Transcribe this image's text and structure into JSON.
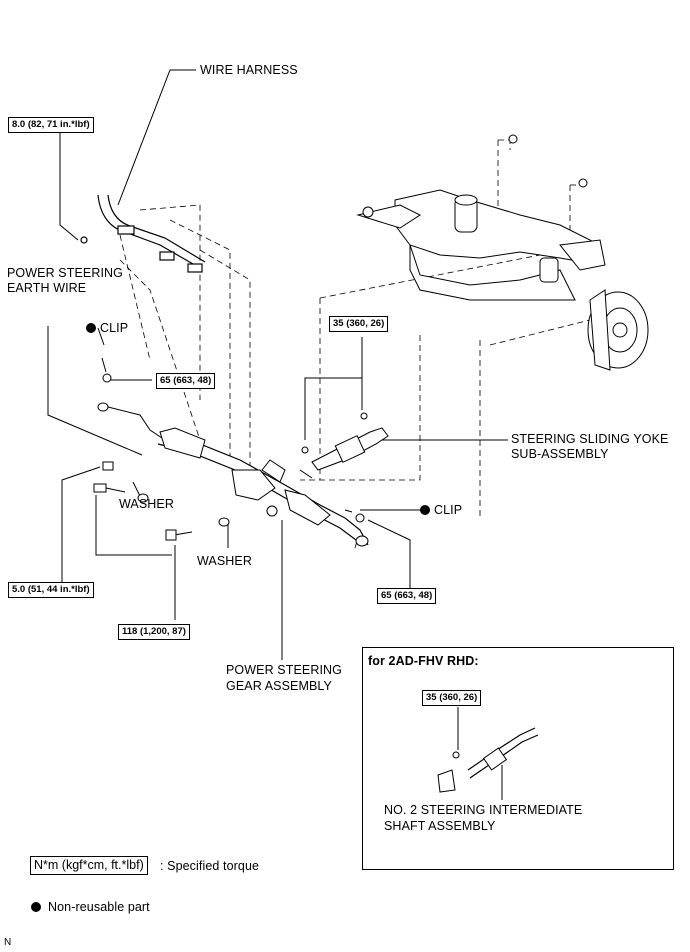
{
  "labels": {
    "wire_harness": "WIRE HARNESS",
    "earth_wire_l1": "POWER STEERING",
    "earth_wire_l2": "EARTH WIRE",
    "clip_left": "CLIP",
    "clip_right": "CLIP",
    "yoke_l1": "STEERING SLIDING YOKE",
    "yoke_l2": "SUB-ASSEMBLY",
    "washer_1": "WASHER",
    "washer_2": "WASHER",
    "gear_l1": "POWER STEERING",
    "gear_l2": "GEAR ASSEMBLY",
    "shaft_l1": "NO. 2 STEERING INTERMEDIATE",
    "shaft_l2": "SHAFT ASSEMBLY",
    "inset_title": "for 2AD-FHV RHD:",
    "figure_code": "N"
  },
  "torques": {
    "t_harness": "8.0 (82, 71 in.*lbf)",
    "t_clip_left": "65 (663, 48)",
    "t_yoke": "35 (360, 26)",
    "t_bolt_small": "5.0 (51, 44 in.*lbf)",
    "t_bolt_main": "118 (1,200, 87)",
    "t_clip_right": "65 (663, 48)",
    "t_inset": "35 (360, 26)"
  },
  "legend": {
    "torque_unit": "N*m (kgf*cm, ft.*lbf)",
    "torque_text": ": Specified torque",
    "nonreusable": "Non-reusable part"
  }
}
